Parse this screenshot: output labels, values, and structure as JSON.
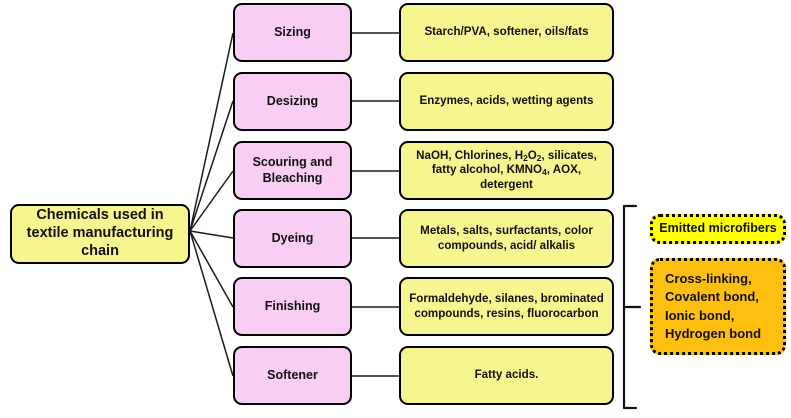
{
  "diagram": {
    "root": {
      "label": "Chemicals used in textile manufacturing chain",
      "color": "#F7F58F"
    },
    "stages": [
      {
        "label": "Sizing"
      },
      {
        "label": "Desizing"
      },
      {
        "label": "Scouring and Bleaching"
      },
      {
        "label": "Dyeing"
      },
      {
        "label": "Finishing"
      },
      {
        "label": "Softener"
      }
    ],
    "chemicals": [
      {
        "label": "Starch/PVA, softener, oils/fats"
      },
      {
        "label": "Enzymes, acids, wetting agents"
      },
      {
        "label": "NaOH, Chlorines, H2O2, silicates, fatty alcohol, KMNO4, AOX, detergent"
      },
      {
        "label": "Metals, salts, surfactants, color compounds, acid/ alkalis"
      },
      {
        "label": "Formaldehyde, silanes, brominated compounds, resins, fluorocarbon"
      },
      {
        "label": "Fatty acids."
      }
    ],
    "outcomes": [
      {
        "label": "Emitted microfibers",
        "color": "#FFFF00"
      },
      {
        "label": "Cross-linking, Covalent bond, Ionic bond, Hydrogen bond",
        "color": "#FFBF11"
      }
    ],
    "colors": {
      "stage_fill": "#F9CDF4",
      "chemical_fill": "#F7F58F",
      "microfiber_fill": "#FFFF00",
      "bond_fill": "#FFBF11",
      "stroke": "#000000"
    }
  }
}
